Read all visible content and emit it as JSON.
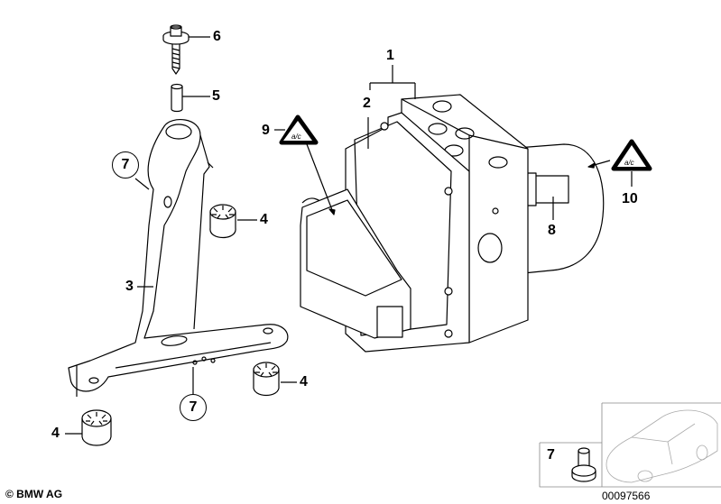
{
  "callouts": {
    "c1": "1",
    "c2": "2",
    "c3": "3",
    "c4a": "4",
    "c4b": "4",
    "c4c": "4",
    "c5": "5",
    "c6": "6",
    "c7a": "7",
    "c7b": "7",
    "c7inset": "7",
    "c8": "8",
    "c9": "9",
    "c10": "10"
  },
  "footer": {
    "copyright": "© BMW AG",
    "diagram_number": "00097566"
  },
  "warning_symbol_text": "a/c"
}
